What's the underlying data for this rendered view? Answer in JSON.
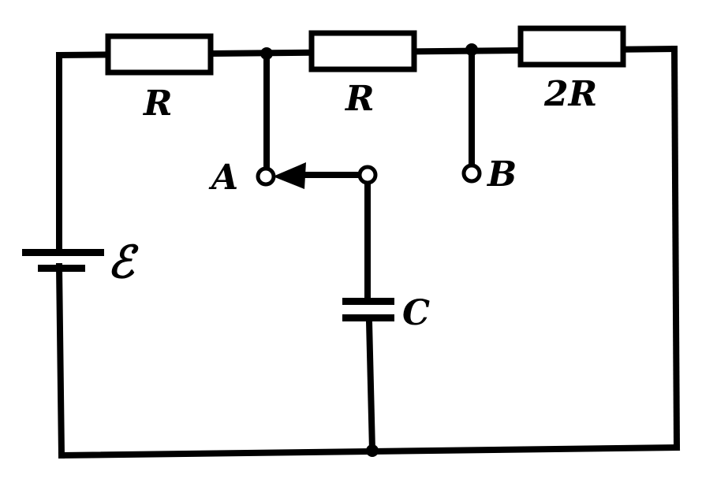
{
  "labels": {
    "r1": "R",
    "r2": "R",
    "r3": "2R",
    "node_a": "A",
    "node_b": "B",
    "emf": "ℰ",
    "capacitor": "C"
  }
}
